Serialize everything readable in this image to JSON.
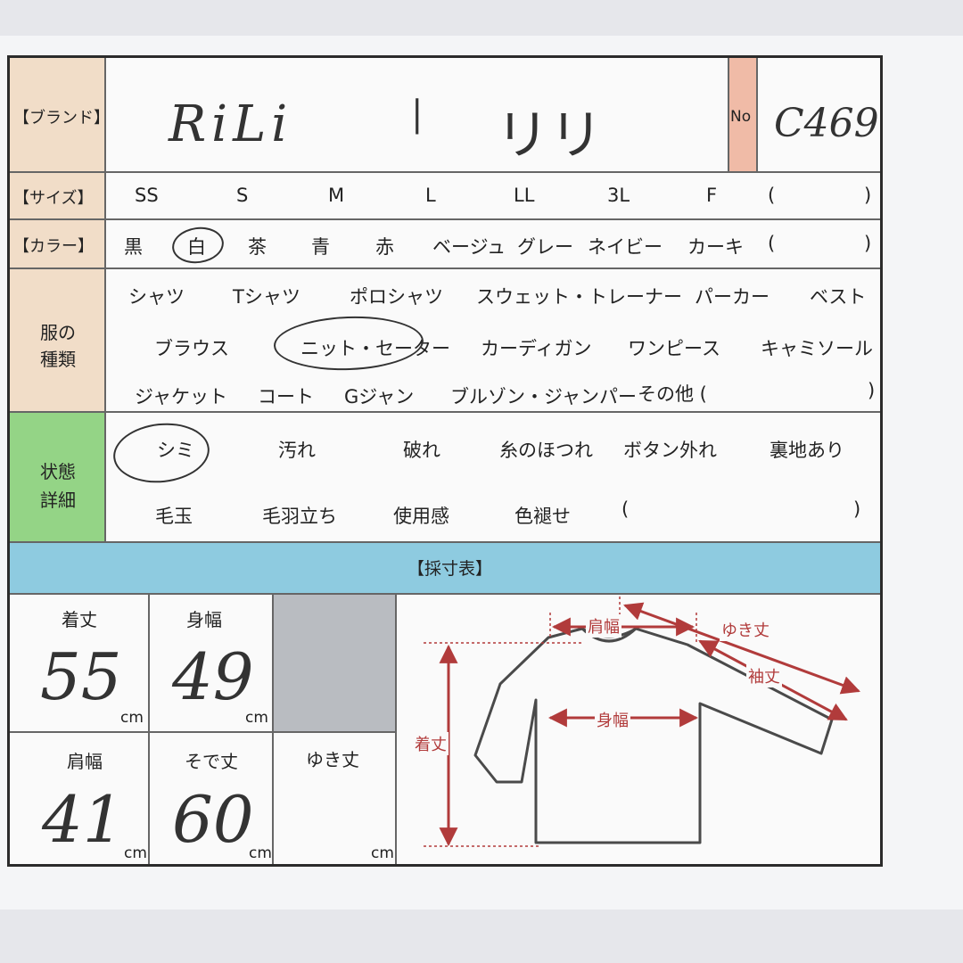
{
  "brand": {
    "label": "【ブランド】",
    "value_latin": "RiLi",
    "value_sep": "|",
    "value_kana": "リリ"
  },
  "no": {
    "label": "No",
    "value": "C469"
  },
  "size": {
    "label": "【サイズ】",
    "options": [
      "SS",
      "S",
      "M",
      "L",
      "LL",
      "3L",
      "F",
      "(",
      ")"
    ]
  },
  "color": {
    "label": "【カラー】",
    "options": [
      "黒",
      "白",
      "茶",
      "青",
      "赤",
      "ベージュ",
      "グレー",
      "ネイビー",
      "カーキ",
      "(",
      ")"
    ],
    "selected": "白"
  },
  "type": {
    "label_line1": "服の",
    "label_line2": "種類",
    "row1": [
      "シャツ",
      "Tシャツ",
      "ポロシャツ",
      "スウェット・トレーナー",
      "パーカー",
      "ベスト"
    ],
    "row2": [
      "ブラウス",
      "ニット・セーター",
      "カーディガン",
      "ワンピース",
      "キャミソール"
    ],
    "row3": [
      "ジャケット",
      "コート",
      "Gジャン",
      "ブルゾン・ジャンパー",
      "その他 (",
      ")"
    ],
    "selected": "ニット・セーター"
  },
  "condition": {
    "label_line1": "状態",
    "label_line2": "詳細",
    "row1": [
      "シミ",
      "汚れ",
      "破れ",
      "糸のほつれ",
      "ボタン外れ",
      "裏地あり"
    ],
    "row2": [
      "毛玉",
      "毛羽立ち",
      "使用感",
      "色褪せ",
      "(",
      ")"
    ],
    "selected": "シミ"
  },
  "measure": {
    "title": "【採寸表】",
    "unit": "cm",
    "length": {
      "label": "着丈",
      "value": "55"
    },
    "width": {
      "label": "身幅",
      "value": "49"
    },
    "shoulder": {
      "label": "肩幅",
      "value": "41"
    },
    "sleeve": {
      "label": "そで丈",
      "value": "60"
    },
    "yuki": {
      "label": "ゆき丈",
      "value": ""
    }
  },
  "diagram": {
    "shoulder": "肩幅",
    "yuki": "ゆき丈",
    "sleeve": "袖丈",
    "width": "身幅",
    "length": "着丈"
  },
  "colors": {
    "peach": "#f1ddc8",
    "salmon": "#f0bba7",
    "green": "#94d486",
    "blue": "#8ecbe0",
    "grey": "#b9bcc1",
    "arrow": "#b13b3b"
  }
}
